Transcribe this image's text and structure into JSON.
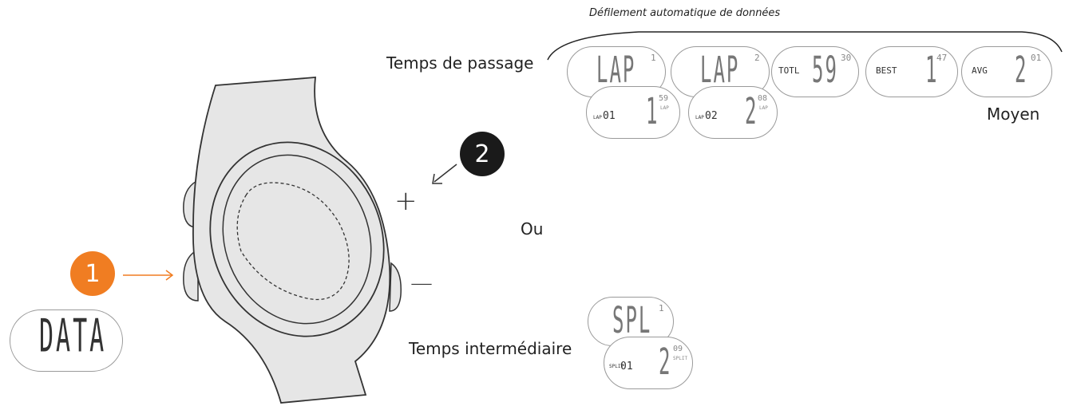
{
  "auto_scroll_label": "Défilement automatique de données",
  "lap_section": {
    "label": "Temps de passage",
    "average_label": "Moyen",
    "screens": [
      {
        "main": "LAP",
        "index": "1"
      },
      {
        "main": "LAP",
        "index": "2"
      },
      {
        "prefix": "TOTL",
        "value": "59",
        "sup": "30"
      },
      {
        "prefix": "BEST",
        "value": "1",
        "sup": "47"
      },
      {
        "prefix": "AVG",
        "value": "2",
        "sup": "01"
      }
    ],
    "detail_screens": [
      {
        "prefix": "LAP",
        "num": "01",
        "value": "1",
        "sup": "59",
        "unit": "LAP"
      },
      {
        "prefix": "LAP",
        "num": "02",
        "value": "2",
        "sup": "08",
        "unit": "LAP"
      }
    ]
  },
  "or_label": "Ou",
  "split_section": {
    "label": "Temps intermédiaire",
    "screen": {
      "main": "SPL",
      "index": "1"
    },
    "detail": {
      "prefix": "SPLIT",
      "num": "01",
      "value": "2",
      "sup": "09",
      "unit": "SPLIT"
    }
  },
  "data_screen": {
    "text": "DATA"
  },
  "step1": {
    "number": "1",
    "color": "#f07d22"
  },
  "step2": {
    "number": "2",
    "color": "#1a1a1a"
  },
  "buttons": {
    "plus": "+",
    "minus": "—"
  }
}
